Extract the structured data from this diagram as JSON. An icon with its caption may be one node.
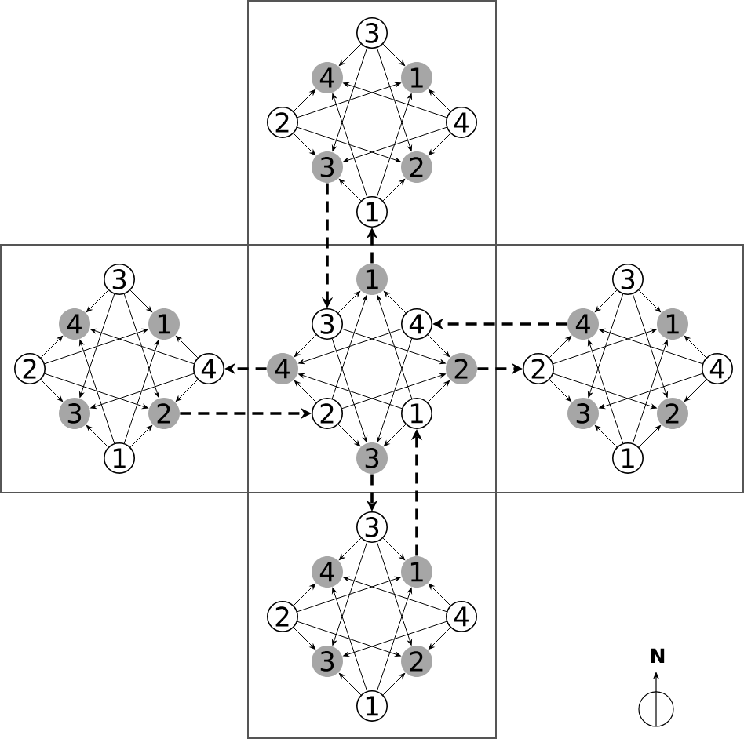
{
  "diagram": {
    "nodes": [
      {
        "text": [],
        "shape": "box"
      },
      {
        "text": [
          "3"
        ],
        "in": 0
      },
      {
        "text": [
          "4"
        ],
        "in": 0
      },
      {
        "text": [
          "1"
        ],
        "in": 0
      },
      {
        "text": [
          "2"
        ],
        "in": 0
      },
      {
        "text": [
          "4"
        ],
        "in": 0
      },
      {
        "text": [
          "3"
        ],
        "in": 0
      },
      {
        "text": [
          "2"
        ],
        "in": 0
      },
      {
        "text": [
          "1"
        ],
        "in": 0
      },
      {
        "text": [],
        "shape": "box"
      },
      {
        "text": [
          "3"
        ],
        "in": 9
      },
      {
        "text": [
          "4"
        ],
        "in": 9
      },
      {
        "text": [
          "1"
        ],
        "in": 9
      },
      {
        "text": [
          "2"
        ],
        "in": 9
      },
      {
        "text": [
          "4"
        ],
        "in": 9
      },
      {
        "text": [
          "3"
        ],
        "in": 9
      },
      {
        "text": [
          "2"
        ],
        "in": 9
      },
      {
        "text": [
          "1"
        ],
        "in": 9
      },
      {
        "text": [],
        "shape": "box"
      },
      {
        "text": [
          "1"
        ],
        "in": 18
      },
      {
        "text": [
          "3"
        ],
        "in": 18
      },
      {
        "text": [
          "4"
        ],
        "in": 18
      },
      {
        "text": [
          "4"
        ],
        "in": 18
      },
      {
        "text": [
          "2"
        ],
        "in": 18
      },
      {
        "text": [
          "2"
        ],
        "in": 18
      },
      {
        "text": [
          "1"
        ],
        "in": 18
      },
      {
        "text": [
          "3"
        ],
        "in": 18
      },
      {
        "text": [],
        "shape": "box"
      },
      {
        "text": [
          "3"
        ],
        "in": 27
      },
      {
        "text": [
          "4"
        ],
        "in": 27
      },
      {
        "text": [
          "1"
        ],
        "in": 27
      },
      {
        "text": [
          "2"
        ],
        "in": 27
      },
      {
        "text": [
          "4"
        ],
        "in": 27
      },
      {
        "text": [
          "3"
        ],
        "in": 27
      },
      {
        "text": [
          "2"
        ],
        "in": 27
      },
      {
        "text": [
          "1"
        ],
        "in": 27
      },
      {
        "text": [],
        "shape": "box"
      },
      {
        "text": [
          "3"
        ],
        "in": 36
      },
      {
        "text": [
          "4"
        ],
        "in": 36
      },
      {
        "text": [
          "1"
        ],
        "in": 36
      },
      {
        "text": [
          "2"
        ],
        "in": 36
      },
      {
        "text": [
          "4"
        ],
        "in": 36
      },
      {
        "text": [
          "3"
        ],
        "in": 36
      },
      {
        "text": [
          "2"
        ],
        "in": 36
      },
      {
        "text": [
          "1"
        ],
        "in": 36
      }
    ],
    "edges": [
      {
        "from": 1,
        "to": 2,
        "arrow": "to"
      },
      {
        "from": 1,
        "to": 3,
        "arrow": "to"
      },
      {
        "from": 1,
        "to": 6,
        "arrow": "to"
      },
      {
        "from": 1,
        "to": 7,
        "arrow": "to"
      },
      {
        "from": 4,
        "to": 2,
        "arrow": "to"
      },
      {
        "from": 4,
        "to": 3,
        "arrow": "to"
      },
      {
        "from": 4,
        "to": 6,
        "arrow": "to"
      },
      {
        "from": 4,
        "to": 7,
        "arrow": "to"
      },
      {
        "from": 5,
        "to": 2,
        "arrow": "to"
      },
      {
        "from": 5,
        "to": 3,
        "arrow": "to"
      },
      {
        "from": 5,
        "to": 6,
        "arrow": "to"
      },
      {
        "from": 5,
        "to": 7,
        "arrow": "to"
      },
      {
        "from": 8,
        "to": 2,
        "arrow": "to"
      },
      {
        "from": 8,
        "to": 3,
        "arrow": "to"
      },
      {
        "from": 8,
        "to": 6,
        "arrow": "to"
      },
      {
        "from": 8,
        "to": 7,
        "arrow": "to"
      },
      {
        "from": 10,
        "to": 11,
        "arrow": "to"
      },
      {
        "from": 10,
        "to": 12,
        "arrow": "to"
      },
      {
        "from": 10,
        "to": 15,
        "arrow": "to"
      },
      {
        "from": 10,
        "to": 16,
        "arrow": "to"
      },
      {
        "from": 13,
        "to": 11,
        "arrow": "to"
      },
      {
        "from": 13,
        "to": 12,
        "arrow": "to"
      },
      {
        "from": 13,
        "to": 15,
        "arrow": "to"
      },
      {
        "from": 13,
        "to": 16,
        "arrow": "to"
      },
      {
        "from": 14,
        "to": 11,
        "arrow": "to"
      },
      {
        "from": 14,
        "to": 12,
        "arrow": "to"
      },
      {
        "from": 14,
        "to": 15,
        "arrow": "to"
      },
      {
        "from": 14,
        "to": 16,
        "arrow": "to"
      },
      {
        "from": 17,
        "to": 11,
        "arrow": "to"
      },
      {
        "from": 17,
        "to": 12,
        "arrow": "to"
      },
      {
        "from": 17,
        "to": 15,
        "arrow": "to"
      },
      {
        "from": 17,
        "to": 16,
        "arrow": "to"
      },
      {
        "from": 20,
        "to": 19,
        "arrow": "to"
      },
      {
        "from": 20,
        "to": 22,
        "arrow": "to"
      },
      {
        "from": 20,
        "to": 23,
        "arrow": "to"
      },
      {
        "from": 20,
        "to": 26,
        "arrow": "to"
      },
      {
        "from": 21,
        "to": 19,
        "arrow": "to"
      },
      {
        "from": 21,
        "to": 22,
        "arrow": "to"
      },
      {
        "from": 21,
        "to": 23,
        "arrow": "to"
      },
      {
        "from": 21,
        "to": 26,
        "arrow": "to"
      },
      {
        "from": 24,
        "to": 19,
        "arrow": "to"
      },
      {
        "from": 24,
        "to": 22,
        "arrow": "to"
      },
      {
        "from": 24,
        "to": 23,
        "arrow": "to"
      },
      {
        "from": 24,
        "to": 26,
        "arrow": "to"
      },
      {
        "from": 25,
        "to": 19,
        "arrow": "to"
      },
      {
        "from": 25,
        "to": 22,
        "arrow": "to"
      },
      {
        "from": 25,
        "to": 23,
        "arrow": "to"
      },
      {
        "from": 25,
        "to": 26,
        "arrow": "to"
      },
      {
        "from": 28,
        "to": 29,
        "arrow": "to"
      },
      {
        "from": 28,
        "to": 30,
        "arrow": "to"
      },
      {
        "from": 28,
        "to": 33,
        "arrow": "to"
      },
      {
        "from": 28,
        "to": 34,
        "arrow": "to"
      },
      {
        "from": 31,
        "to": 29,
        "arrow": "to"
      },
      {
        "from": 31,
        "to": 30,
        "arrow": "to"
      },
      {
        "from": 31,
        "to": 33,
        "arrow": "to"
      },
      {
        "from": 31,
        "to": 34,
        "arrow": "to"
      },
      {
        "from": 32,
        "to": 29,
        "arrow": "to"
      },
      {
        "from": 32,
        "to": 30,
        "arrow": "to"
      },
      {
        "from": 32,
        "to": 33,
        "arrow": "to"
      },
      {
        "from": 32,
        "to": 34,
        "arrow": "to"
      },
      {
        "from": 35,
        "to": 29,
        "arrow": "to"
      },
      {
        "from": 35,
        "to": 30,
        "arrow": "to"
      },
      {
        "from": 35,
        "to": 33,
        "arrow": "to"
      },
      {
        "from": 35,
        "to": 34,
        "arrow": "to"
      },
      {
        "from": 37,
        "to": 38,
        "arrow": "to"
      },
      {
        "from": 37,
        "to": 39,
        "arrow": "to"
      },
      {
        "from": 37,
        "to": 42,
        "arrow": "to"
      },
      {
        "from": 37,
        "to": 43,
        "arrow": "to"
      },
      {
        "from": 40,
        "to": 38,
        "arrow": "to"
      },
      {
        "from": 40,
        "to": 39,
        "arrow": "to"
      },
      {
        "from": 40,
        "to": 42,
        "arrow": "to"
      },
      {
        "from": 40,
        "to": 43,
        "arrow": "to"
      },
      {
        "from": 41,
        "to": 38,
        "arrow": "to"
      },
      {
        "from": 41,
        "to": 39,
        "arrow": "to"
      },
      {
        "from": 41,
        "to": 42,
        "arrow": "to"
      },
      {
        "from": 41,
        "to": 43,
        "arrow": "to"
      },
      {
        "from": 44,
        "to": 38,
        "arrow": "to"
      },
      {
        "from": 44,
        "to": 39,
        "arrow": "to"
      },
      {
        "from": 44,
        "to": 42,
        "arrow": "to"
      },
      {
        "from": 44,
        "to": 43,
        "arrow": "to"
      },
      {
        "from": 6,
        "to": 20,
        "arrow": "to",
        "style": "dashed"
      },
      {
        "from": 19,
        "to": 8,
        "arrow": "to",
        "style": "dashed"
      },
      {
        "from": 22,
        "to": 14,
        "arrow": "to",
        "style": "dashed"
      },
      {
        "from": 29,
        "to": 21,
        "arrow": "to",
        "style": "dashed"
      },
      {
        "from": 16,
        "to": 24,
        "arrow": "to",
        "style": "dashed"
      },
      {
        "from": 23,
        "to": 31,
        "arrow": "to",
        "style": "dashed"
      },
      {
        "from": 26,
        "to": 37,
        "arrow": "to",
        "style": "dashed"
      },
      {
        "from": 39,
        "to": 25,
        "arrow": "to",
        "style": "dashed"
      }
    ],
    "labels": [
      "N"
    ]
  }
}
